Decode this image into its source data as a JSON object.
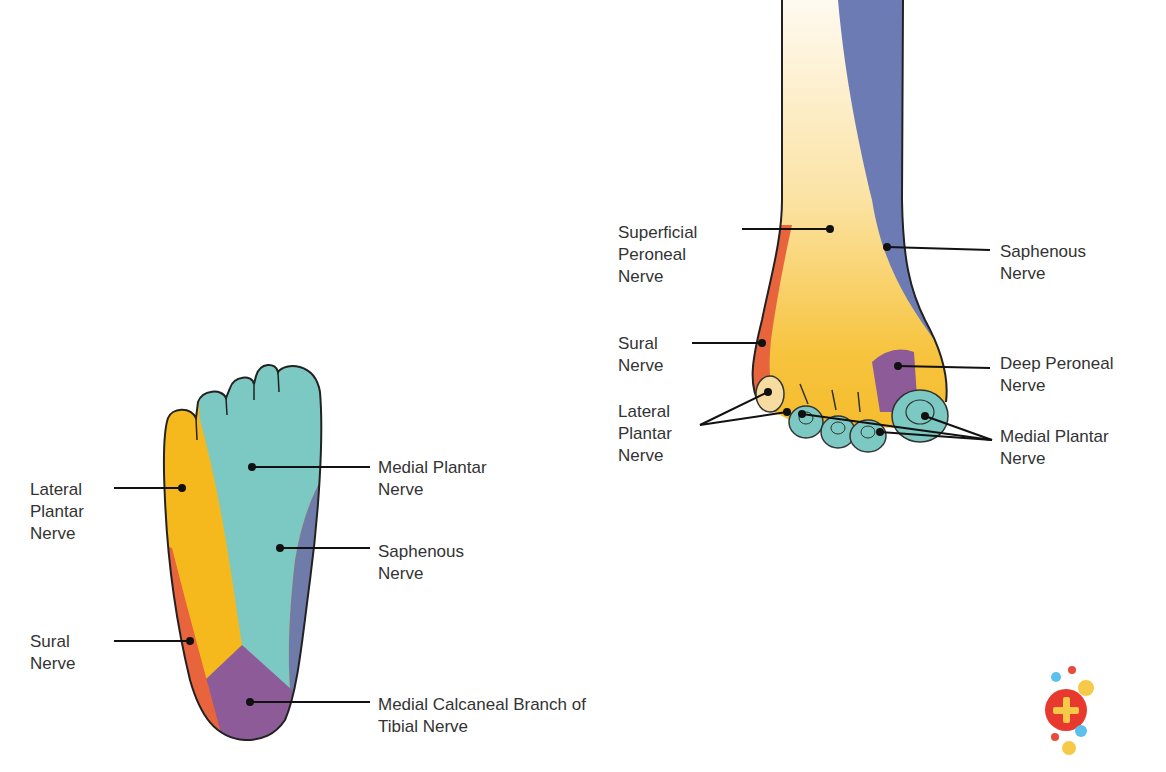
{
  "diagram": {
    "labels": [
      "Superficial Peroneal Nerve",
      "Saphenous Nerve",
      "Sural Nerve",
      "Deep Peroneal Nerve",
      "Lateral Plantar Nerve",
      "Medial Plantar Nerve",
      "Lateral Plantar Nerve",
      "Medial Plantar Nerve",
      "Saphenous Nerve",
      "Sural Nerve",
      "Medial Calcaneal Branch of Tibial Nerve"
    ]
  }
}
